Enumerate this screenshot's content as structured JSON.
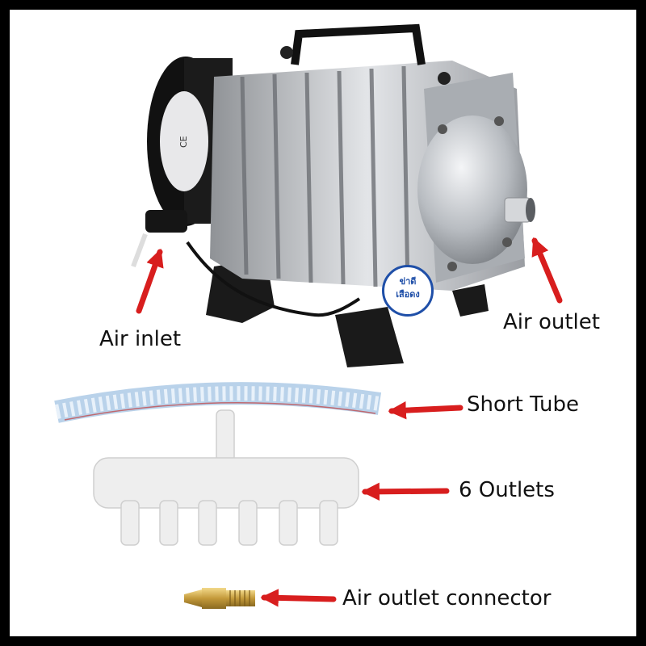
{
  "labels": {
    "air_inlet": "Air inlet",
    "air_outlet": "Air outlet",
    "short_tube": "Short Tube",
    "outlets": "6 Outlets",
    "connector": "Air outlet connector"
  },
  "product_marks": {
    "ce_mark": "CE",
    "badge_line1": "ข่าดี",
    "badge_line2": "เสือดง"
  },
  "colors": {
    "arrow": "#d81e1e",
    "border": "#000000",
    "background": "#ffffff",
    "badge_ring": "#1f4fa8"
  }
}
